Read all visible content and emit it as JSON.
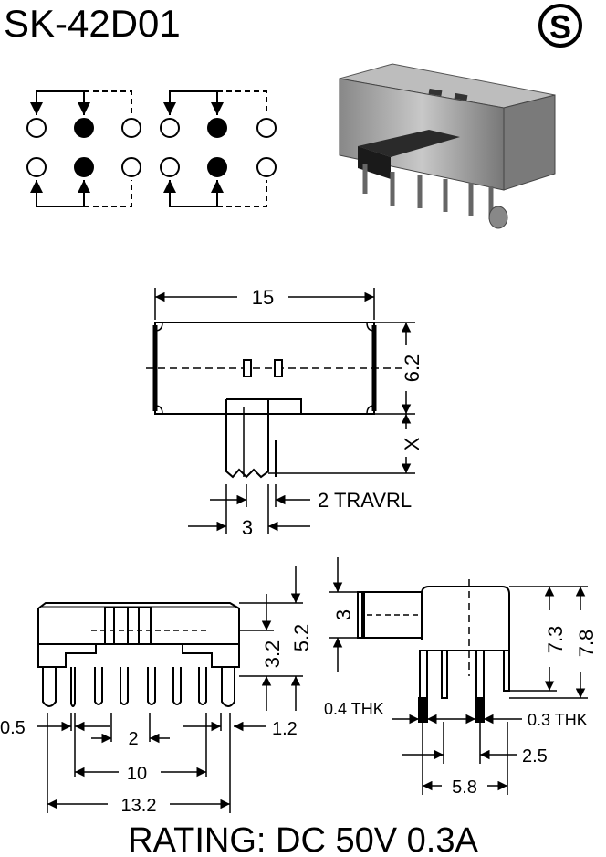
{
  "header": {
    "model": "SK-42D01",
    "logo_letter": "S"
  },
  "top_view": {
    "width_label": "15",
    "height_label": "6.2",
    "extension_label": "X",
    "travel_label": "2 TRAVRL",
    "actuator_width_label": "3"
  },
  "front_view": {
    "height_label": "5.2",
    "leg_height_label": "3.2",
    "pin_width_label": "0.5",
    "tab_width_label": "1.2",
    "pin_pitch_label": "2",
    "pin_span_label": "10",
    "overall_width_label": "13.2"
  },
  "side_view": {
    "actuator_height_label": "3",
    "body_height_label": "7.3",
    "total_height_label": "7.8",
    "thick_a_label": "0.4 THK",
    "thick_b_label": "0.3 THK",
    "row_pitch_label": "2.5",
    "row_span_label": "5.8"
  },
  "footer": {
    "rating": "RATING: DC 50V 0.3A"
  }
}
